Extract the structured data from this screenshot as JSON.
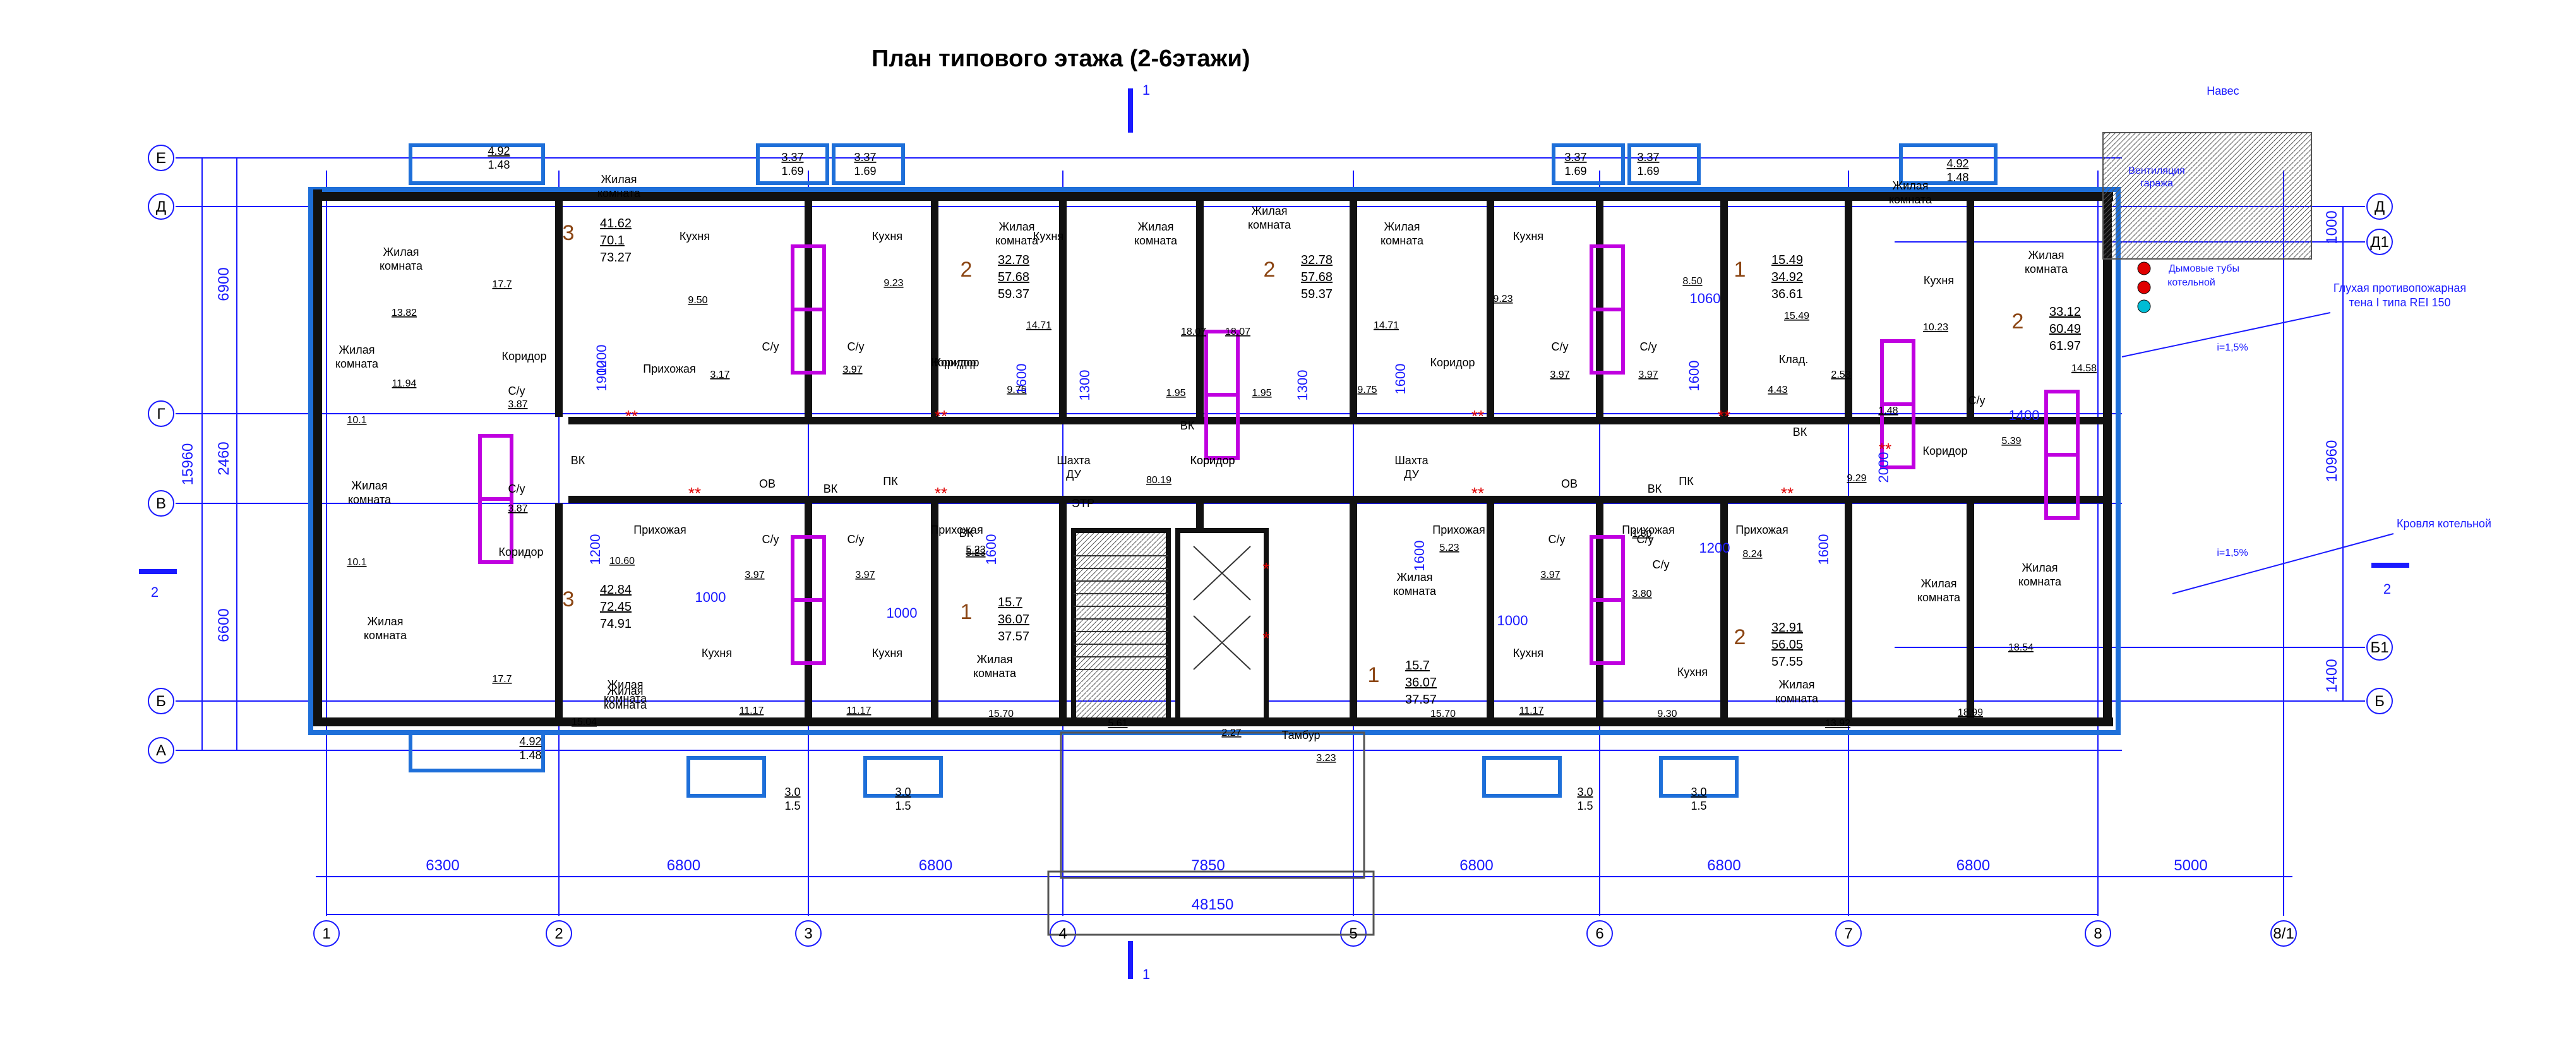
{
  "title": "План типового этажа (2-6этажи)",
  "colors": {
    "blue": "#1a1aff",
    "wall": "#111111",
    "frame": "#1e6fd9",
    "magenta": "#c000e0",
    "red": "#e00000",
    "brown": "#8b4513"
  },
  "section_marks": {
    "top": "1",
    "bottom": "1",
    "left": "2",
    "right": "2"
  },
  "axes": {
    "columns": [
      "1",
      "2",
      "3",
      "4",
      "5",
      "6",
      "7",
      "8",
      "8/1"
    ],
    "rows": [
      "Е",
      "Д",
      "Д1",
      "Г",
      "В",
      "Б1",
      "Б",
      "А"
    ]
  },
  "dimensions": {
    "bays": [
      "6300",
      "6800",
      "6800",
      "7850",
      "6800",
      "6800",
      "6800",
      "5000"
    ],
    "overall": "48150",
    "left_top": "6900",
    "left_total": "15960",
    "left_mid": "2460",
    "left_bottom": "6600",
    "right_top": "1000",
    "right_mid": "10960",
    "right_bottom": "1400",
    "inner": [
      "1900",
      "1200",
      "1600",
      "1200",
      "1300",
      "1300",
      "1600",
      "1600",
      "1060",
      "1400",
      "2000",
      "1000",
      "1000",
      "1000",
      "1200",
      "1600",
      "1600",
      "1600"
    ]
  },
  "annotations": {
    "naves": "Навес",
    "vent": "Вентиляция гаража",
    "smoke": "Дымовые тубы котельной",
    "firewall": "Глухая противопожарная стена I типа REI 150",
    "roof": "Кровля котельной",
    "slope1": "i=1,5%",
    "slope2": "i=1,5%"
  },
  "apartments": [
    {
      "rooms": "3",
      "living": "41.62",
      "total": "70.1",
      "full": "73.27"
    },
    {
      "rooms": "2",
      "living": "32.78",
      "total": "57.68",
      "full": "59.37"
    },
    {
      "rooms": "2",
      "living": "32.78",
      "total": "57.68",
      "full": "59.37"
    },
    {
      "rooms": "1",
      "living": "15.49",
      "total": "34.92",
      "full": "36.61"
    },
    {
      "rooms": "2",
      "living": "33.12",
      "total": "60.49",
      "full": "61.97"
    },
    {
      "rooms": "3",
      "living": "42.84",
      "total": "72.45",
      "full": "74.91"
    },
    {
      "rooms": "1",
      "living": "15.7",
      "total": "36.07",
      "full": "37.57"
    },
    {
      "rooms": "1",
      "living": "15.7",
      "total": "36.07",
      "full": "37.57"
    },
    {
      "rooms": "2",
      "living": "32.91",
      "total": "56.05",
      "full": "57.55"
    }
  ],
  "balconies": [
    {
      "a": "4.92",
      "b": "1.48"
    },
    {
      "a": "3.37",
      "b": "1.69"
    },
    {
      "a": "3.37",
      "b": "1.69"
    },
    {
      "a": "3.37",
      "b": "1.69"
    },
    {
      "a": "3.37",
      "b": "1.69"
    },
    {
      "a": "4.92",
      "b": "1.48"
    },
    {
      "a": "4.92",
      "b": "1.48"
    },
    {
      "a": "3.0",
      "b": "1.5"
    },
    {
      "a": "3.0",
      "b": "1.5"
    },
    {
      "a": "3.0",
      "b": "1.5"
    },
    {
      "a": "3.0",
      "b": "1.5"
    }
  ],
  "room_labels": [
    "Жилая комната",
    "Жилая комната",
    "Жилая комната",
    "Жилая комната",
    "Жилая комната",
    "Жилая комната",
    "Жилая комната",
    "Жилая комната",
    "Жилая комната",
    "Жилая комната",
    "Жилая комната",
    "Жилая комната",
    "Жилая комната",
    "Жилая комната",
    "Жилая комната",
    "Жилая комната",
    "Жилая комната",
    "Жилая комната",
    "Кухня",
    "Кухня",
    "Кухня",
    "Кухня",
    "Кухня",
    "Кухня",
    "Кухня",
    "Кухня",
    "Кухня",
    "Коридор",
    "Коридор",
    "Коридор",
    "Коридор",
    "Коридор",
    "Коридор",
    "Коридор",
    "Прихожая",
    "Прихожая",
    "Прихожая",
    "Прихожая",
    "Прихожая",
    "Прихожая",
    "С/у",
    "С/у",
    "С/у",
    "С/у",
    "С/у",
    "С/у",
    "С/у",
    "С/у",
    "С/у",
    "С/у",
    "С/у",
    "С/у",
    "Клад.",
    "Тамбур",
    "ЭТР",
    "ВК",
    "ВК",
    "ВК",
    "ВК",
    "ВК",
    "ВК",
    "ОВ",
    "ОВ",
    "ПК",
    "ПК",
    "Шахта ДУ",
    "Шахта ДУ",
    "Коридор"
  ],
  "areas": [
    "17.7",
    "10.1",
    "10.1",
    "17.7",
    "13.82",
    "11.94",
    "9.50",
    "3.17",
    "3.97",
    "9.23",
    "3.97",
    "3.87",
    "3.87",
    "14.71",
    "9.75",
    "18.07",
    "18.07",
    "1.95",
    "1.95",
    "14.71",
    "9.75",
    "9.23",
    "3.97",
    "3.97",
    "8.50",
    "15.49",
    "4.43",
    "2.53",
    "10.23",
    "1.48",
    "14.58",
    "5.39",
    "9.29",
    "80.19",
    "10.60",
    "15.04",
    "3.97",
    "3.97",
    "11.17",
    "11.17",
    "5.23",
    "15.70",
    "5.61",
    "2.27",
    "3.23",
    "5.23",
    "15.70",
    "3.97",
    "11.17",
    "1.80",
    "3.80",
    "8.24",
    "9.30",
    "13.92",
    "18.99",
    "18.54",
    "5.23"
  ]
}
